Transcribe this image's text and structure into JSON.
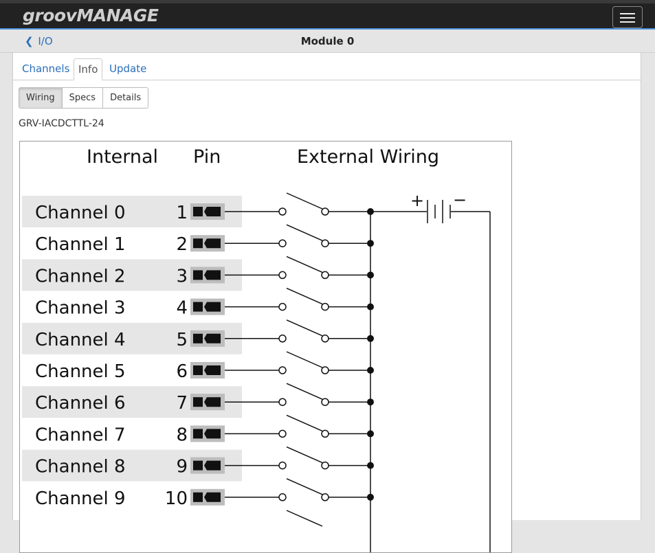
{
  "app": {
    "logo": "groovMANAGE"
  },
  "subbar": {
    "back_label": "I/O",
    "title": "Module 0"
  },
  "tabs": [
    {
      "label": "Channels",
      "active": false
    },
    {
      "label": "Info",
      "active": true
    },
    {
      "label": "Update",
      "active": false
    }
  ],
  "subtabs": [
    {
      "label": "Wiring",
      "active": true
    },
    {
      "label": "Specs",
      "active": false
    },
    {
      "label": "Details",
      "active": false
    }
  ],
  "module_model": "GRV-IACDCTTL-24",
  "wiring": {
    "headers": {
      "internal": "Internal",
      "pin": "Pin",
      "external": "External Wiring"
    },
    "battery": {
      "plus": "+",
      "minus": "−"
    },
    "rows": [
      {
        "channel": "Channel 0",
        "pin": "1"
      },
      {
        "channel": "Channel 1",
        "pin": "2"
      },
      {
        "channel": "Channel 2",
        "pin": "3"
      },
      {
        "channel": "Channel 3",
        "pin": "4"
      },
      {
        "channel": "Channel 4",
        "pin": "5"
      },
      {
        "channel": "Channel 5",
        "pin": "6"
      },
      {
        "channel": "Channel 6",
        "pin": "7"
      },
      {
        "channel": "Channel 7",
        "pin": "8"
      },
      {
        "channel": "Channel 8",
        "pin": "9"
      },
      {
        "channel": "Channel 9",
        "pin": "10"
      }
    ]
  }
}
